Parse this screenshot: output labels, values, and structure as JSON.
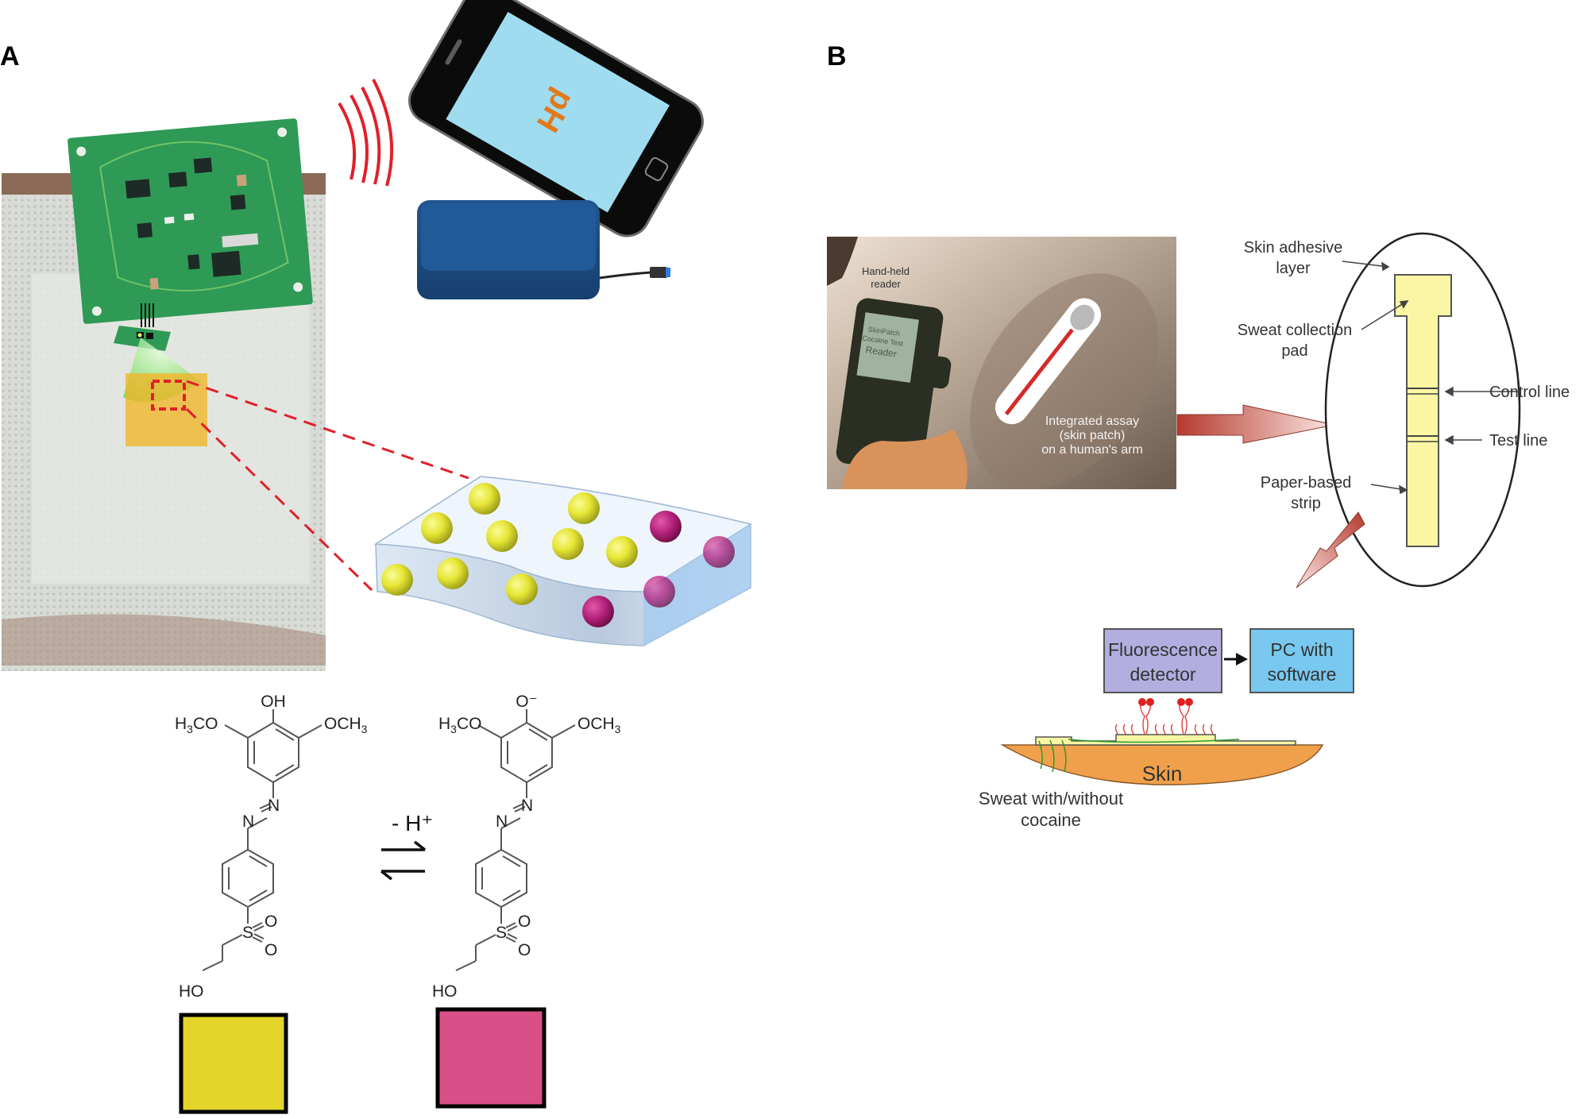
{
  "panels": {
    "a": {
      "label": "A",
      "phone": {
        "screen_text": "pH"
      },
      "chem": {
        "left": {
          "top_group": "OH",
          "left_group": "H3CO",
          "right_group": "OCH3",
          "azo": [
            "N",
            "N"
          ],
          "sulfonyl": "S",
          "oxo": [
            "O",
            "O"
          ],
          "tail": "HO"
        },
        "right": {
          "top_group": "O⁻",
          "left_group": "H3CO",
          "right_group": "OCH3",
          "azo": [
            "N",
            "N"
          ],
          "sulfonyl": "S",
          "oxo": [
            "O",
            "O"
          ],
          "tail": "HO"
        },
        "reaction_label": "- H⁺"
      },
      "swatches": [
        {
          "name": "acid-form",
          "color": "#e3d52a"
        },
        {
          "name": "base-form",
          "color": "#d94f88"
        }
      ],
      "colors": {
        "signal": "#e0202a",
        "pcb": "#2e9a55",
        "reader_box": "#1d4f8c",
        "phone_screen": "#9fdcef",
        "ph_text": "#e07a1a",
        "bead_yellow": "#e6e635",
        "bead_magenta": "#b3207a"
      }
    },
    "b": {
      "label": "B",
      "photo": {
        "reader_caption": [
          "Hand-held",
          "reader"
        ],
        "reader_screen": [
          "SkinPatch",
          "Cocaine Test",
          "Reader"
        ],
        "assay_caption": [
          "Integrated assay",
          "(skin patch)",
          "on a human's arm"
        ]
      },
      "strip": {
        "labels": {
          "adhesive": [
            "Skin adhesive",
            "layer"
          ],
          "pad": [
            "Sweat collection",
            "pad"
          ],
          "control": "Control line",
          "test": "Test line",
          "paper": [
            "Paper-based",
            "strip"
          ]
        }
      },
      "detection": {
        "detector": [
          "Fluorescence",
          "detector"
        ],
        "pc": [
          "PC with",
          "software"
        ],
        "skin": "Skin",
        "sweat": [
          "Sweat with/without",
          "cocaine"
        ]
      },
      "colors": {
        "strip": "#fbf6a3",
        "detector": "#b3aee0",
        "pc": "#78c8ef",
        "skin": "#f0a04a",
        "arrow": "#b53a2e"
      }
    }
  }
}
